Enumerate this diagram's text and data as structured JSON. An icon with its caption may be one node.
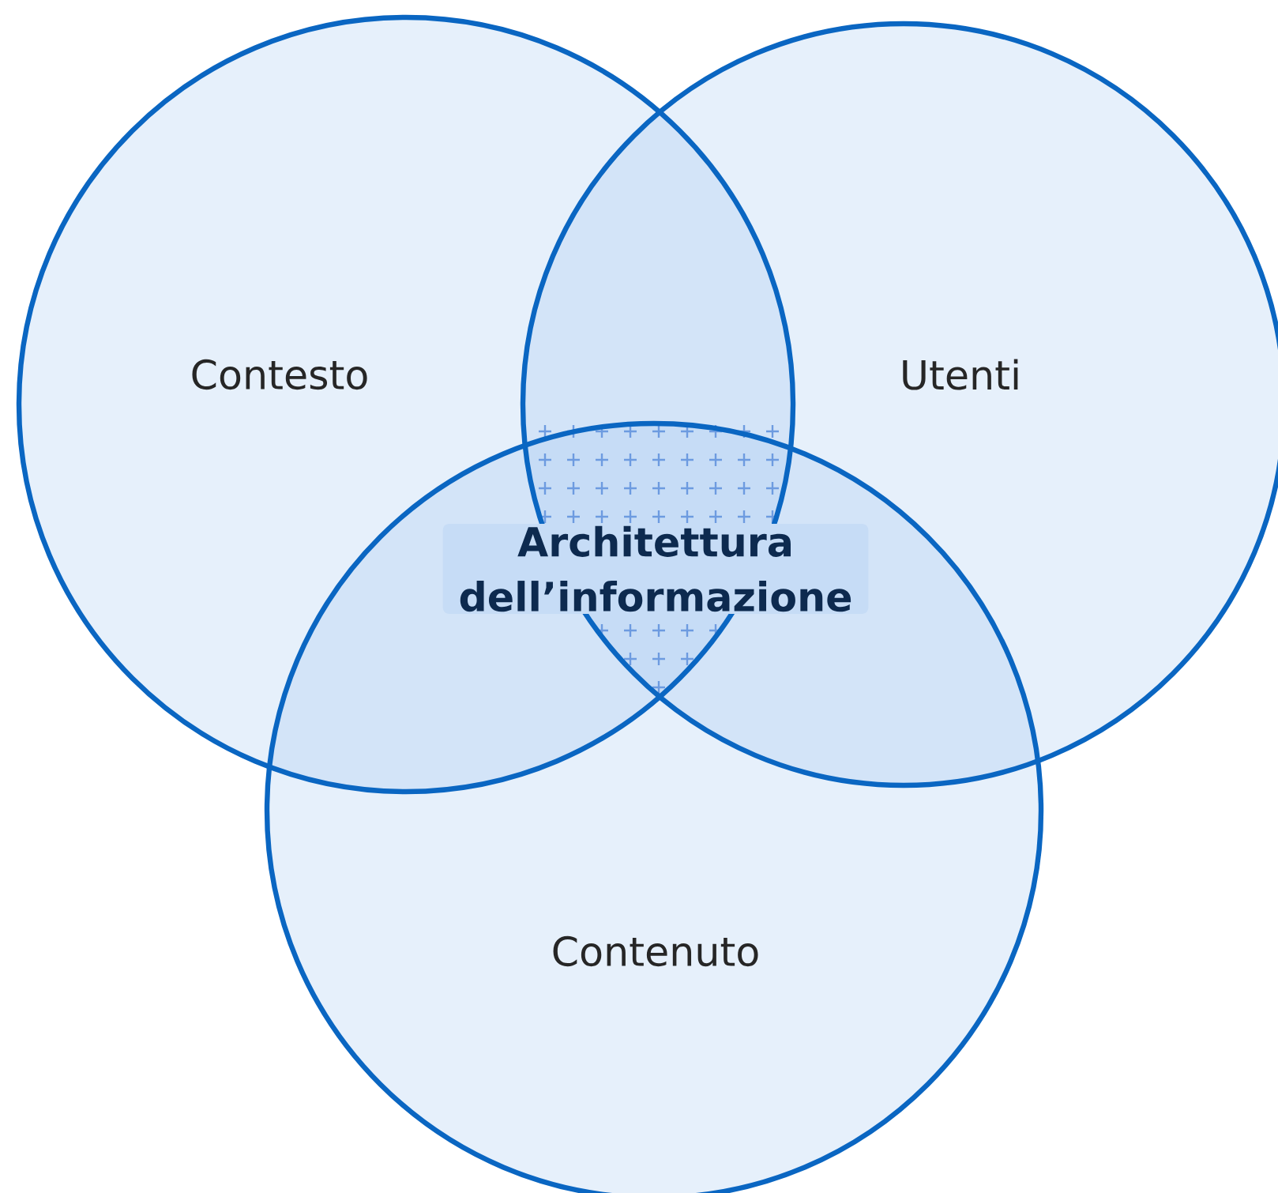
{
  "diagram": {
    "nodes": [
      {
        "text": [
          "Contesto"
        ]
      },
      {
        "text": [
          "Utenti"
        ]
      },
      {
        "text": [
          "Contenuto"
        ]
      }
    ],
    "labels": [
      "Architettura dell’informazione"
    ]
  }
}
